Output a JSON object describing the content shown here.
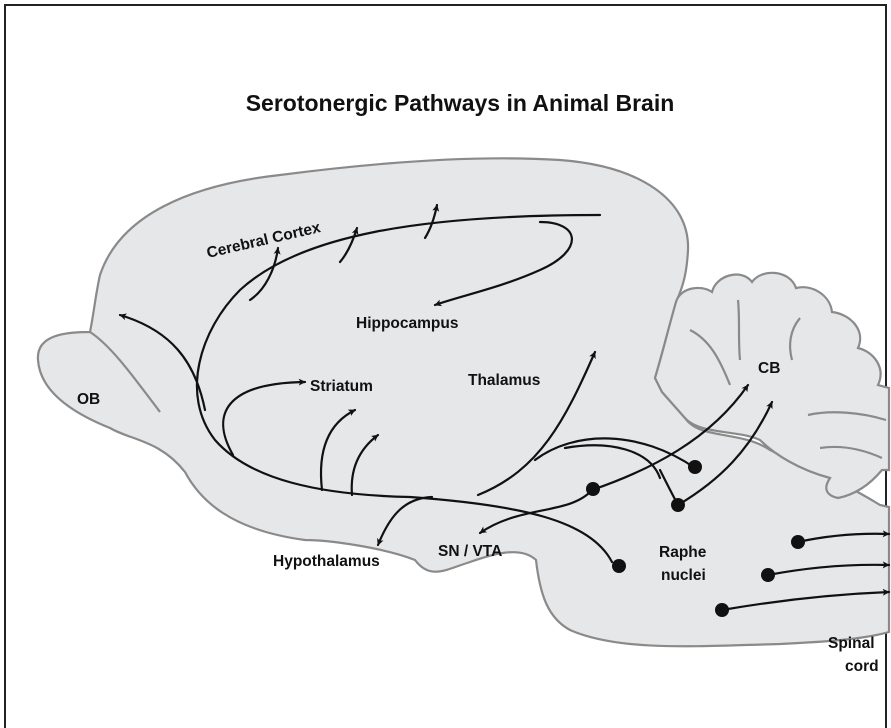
{
  "title": "Serotonergic Pathways in Animal Brain",
  "labels": {
    "cortex": "Cerebral Cortex",
    "hippocampus": "Hippocampus",
    "striatum": "Striatum",
    "thalamus": "Thalamus",
    "ob": "OB",
    "cb": "CB",
    "hypothalamus": "Hypothalamus",
    "sn_vta": "SN / VTA",
    "raphe_1": "Raphe",
    "raphe_2": "nuclei",
    "spinal_1": "Spinal",
    "spinal_2": "cord"
  },
  "colors": {
    "tissue": "#e6e7e9",
    "outline": "#8a8a8a",
    "pathway": "#111111"
  }
}
